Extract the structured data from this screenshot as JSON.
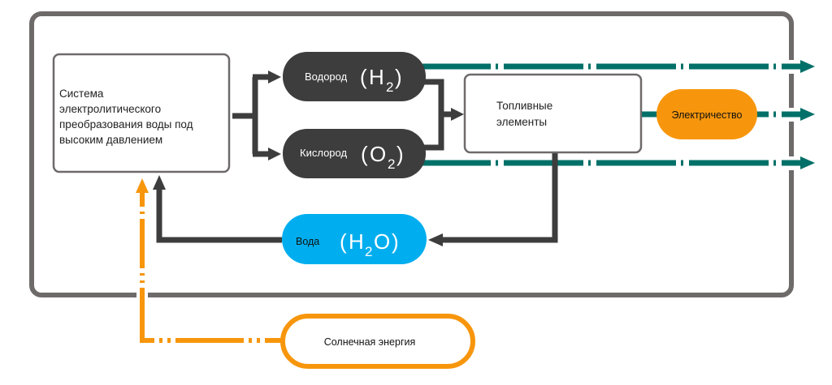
{
  "colors": {
    "frame": "#6f6a6a",
    "dark_node": "#3d3d3d",
    "teal_flow": "#007068",
    "orange": "#f7960c",
    "blue_water": "#00aeef",
    "box_border": "#6f6a6a"
  },
  "nodes": {
    "electrolysis": {
      "lines": [
        "Система",
        "электролитического",
        "преобразования воды под",
        "высоким давлением"
      ]
    },
    "hydrogen": {
      "label": "Водород",
      "formula_main": "H",
      "formula_sub": "2",
      "open": "(",
      "close": ")"
    },
    "oxygen": {
      "label": "Кислород",
      "formula_main": "O",
      "formula_sub": "2",
      "open": "(",
      "close": ")"
    },
    "fuel_cells": {
      "lines": [
        "Топливные",
        "элементы"
      ]
    },
    "electricity": {
      "label": "Электричество"
    },
    "water": {
      "label": "Вода",
      "formula_h": "H",
      "formula_sub": "2",
      "formula_o": "O",
      "open": "(",
      "close": ")"
    },
    "solar": {
      "label": "Солнечная энергия"
    }
  }
}
